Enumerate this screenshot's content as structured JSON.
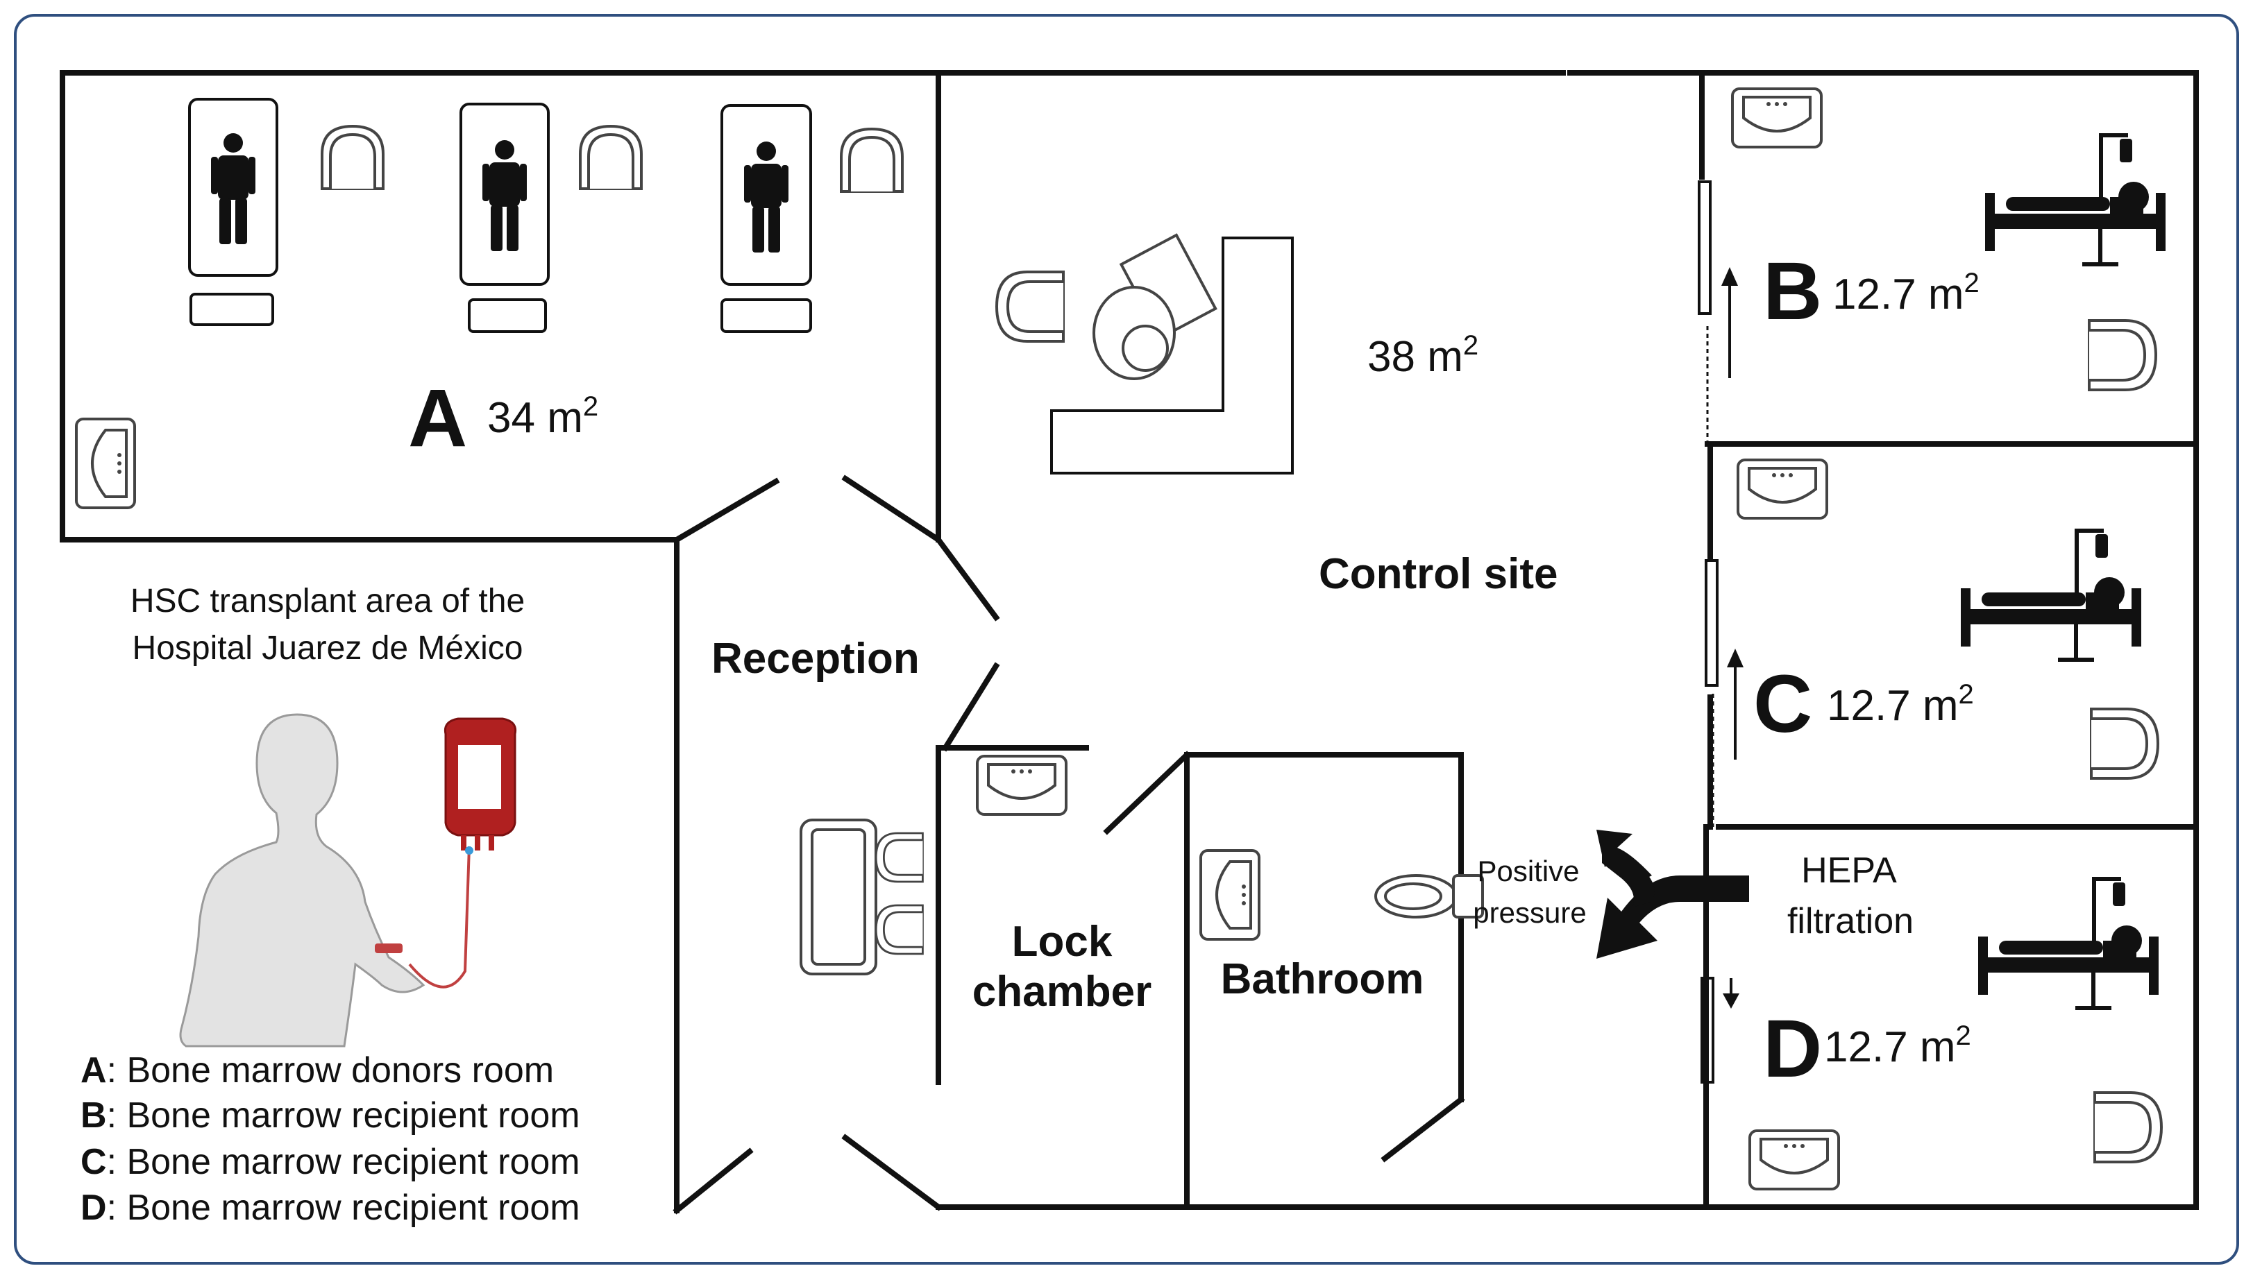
{
  "rooms": {
    "a": {
      "letter": "A",
      "area": "34 m",
      "sup": "2"
    },
    "control": {
      "area": "38 m",
      "sup": "2",
      "label": "Control site"
    },
    "b": {
      "letter": "B",
      "area": "12.7 m",
      "sup": "2"
    },
    "c": {
      "letter": "C",
      "area": "12.7 m",
      "sup": "2"
    },
    "d": {
      "letter": "D",
      "area": "12.7 m",
      "sup": "2"
    },
    "reception": "Reception",
    "lock": {
      "line1": "Lock",
      "line2": "chamber"
    },
    "bathroom": "Bathroom"
  },
  "airflow": {
    "left_line1": "Positive",
    "left_line2": "pressure",
    "right_line1": "HEPA",
    "right_line2": "filtration"
  },
  "title": {
    "line1": "HSC transplant area of the",
    "line2": "Hospital Juarez de México"
  },
  "legend": [
    {
      "key": "A",
      "text": ": Bone marrow donors room"
    },
    {
      "key": "B",
      "text": ": Bone marrow recipient room"
    },
    {
      "key": "C",
      "text": ": Bone marrow recipient room"
    },
    {
      "key": "D",
      "text": ": Bone marrow recipient room"
    }
  ],
  "colors": {
    "frame": "#2f4f7f",
    "blood_bag": "#b02020",
    "figure": "#e3e3e3"
  }
}
